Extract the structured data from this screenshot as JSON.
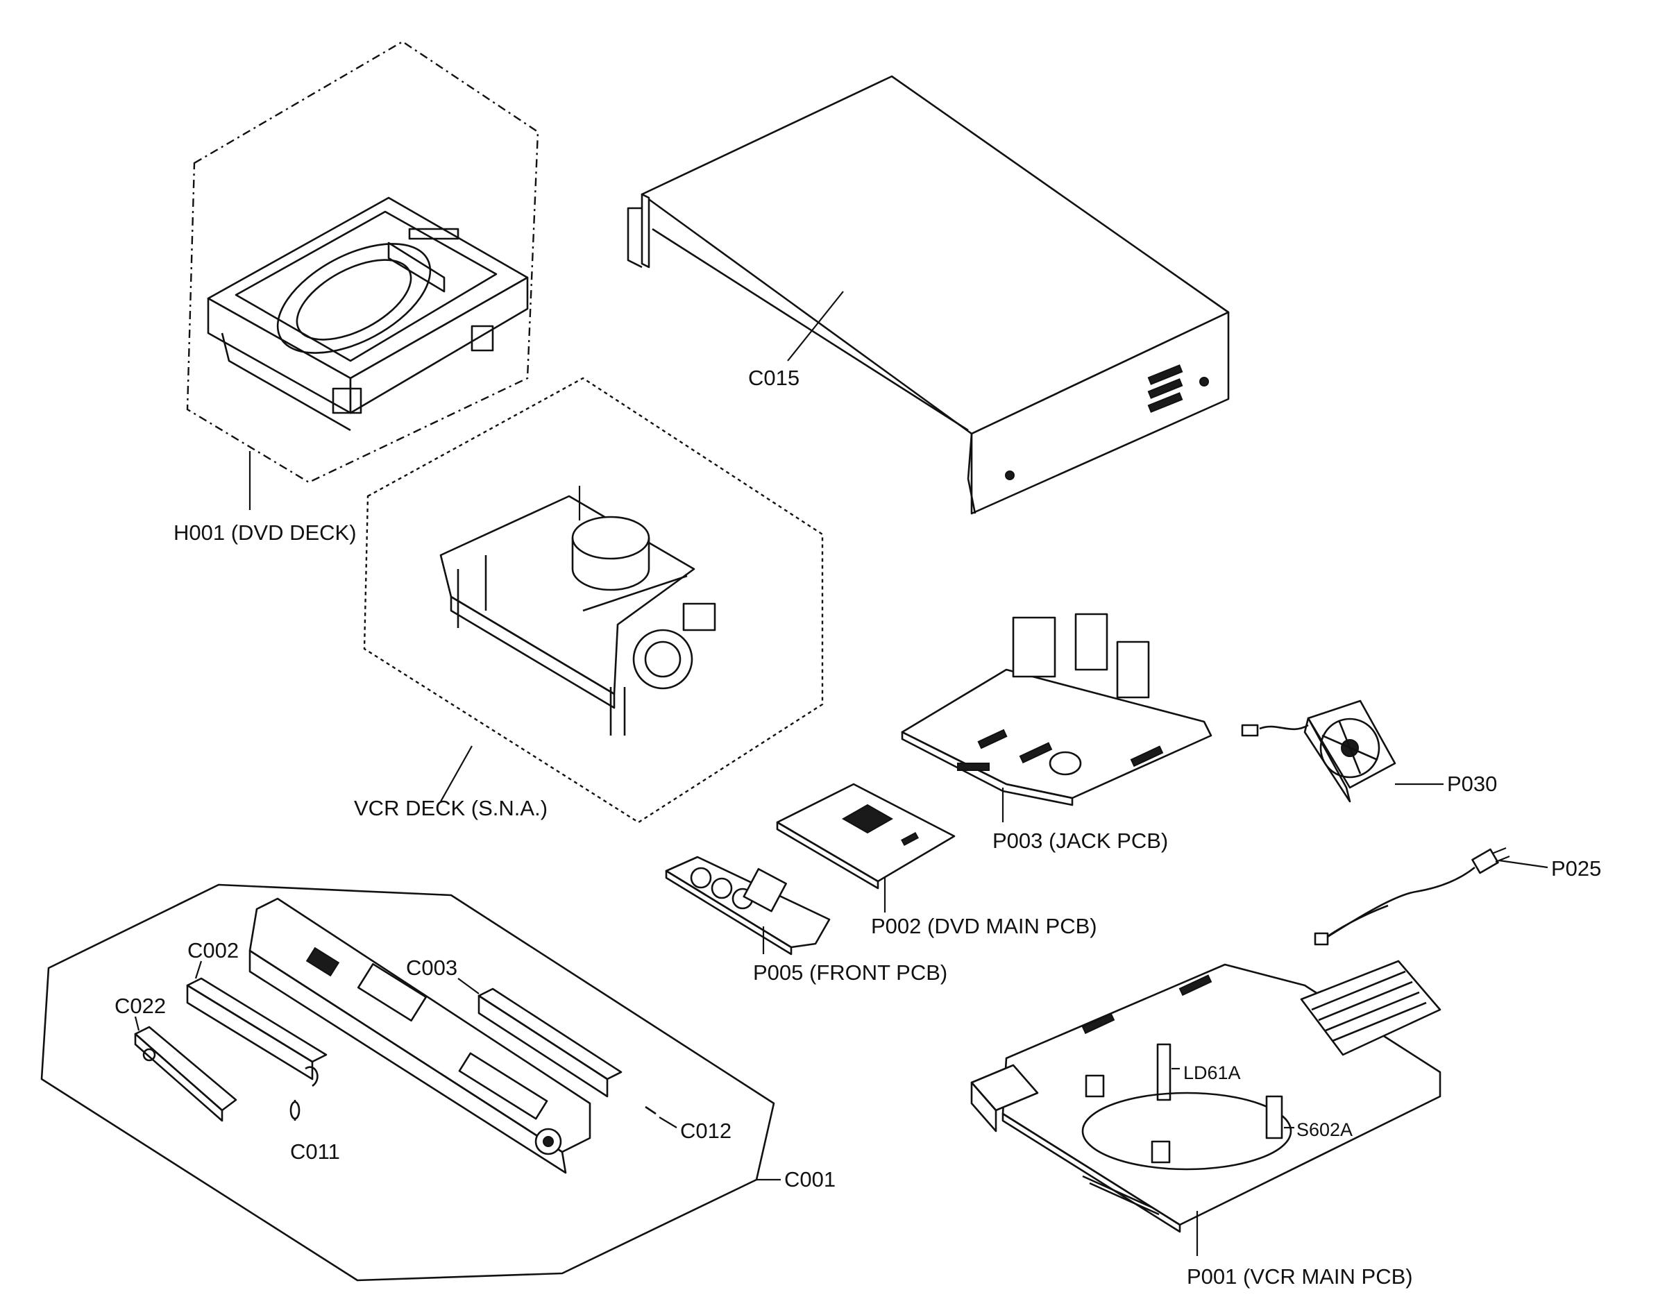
{
  "labels": {
    "h001": "H001 (DVD DECK)",
    "c015": "C015",
    "vcr_deck": "VCR DECK (S.N.A.)",
    "p003": "P003 (JACK PCB)",
    "p030": "P030",
    "p002": "P002 (DVD MAIN PCB)",
    "p025": "P025",
    "p005": "P005 (FRONT PCB)",
    "c002": "C002",
    "c003": "C003",
    "c022": "C022",
    "ld61a": "LD61A",
    "s602a": "S602A",
    "c012": "C012",
    "c011": "C011",
    "c001": "C001",
    "p001": "P001 (VCR MAIN PCB)"
  }
}
